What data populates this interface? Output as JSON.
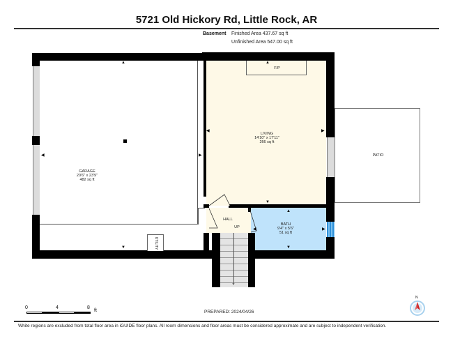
{
  "header": {
    "title": "5721 Old Hickory Rd, Little Rock, AR"
  },
  "level": {
    "name": "Basement",
    "finished_area": "Finished Area 437.67 sq ft",
    "unfinished_area": "Unfinished Area 547.00 sq ft"
  },
  "rooms": {
    "garage": {
      "name": "GARAGE",
      "dims": "20'6\" x 23'9\"",
      "area": "482 sq ft",
      "fill": "#ffffff"
    },
    "living": {
      "name": "LIVING",
      "dims": "14'10\" x 17'11\"",
      "area": "266 sq ft",
      "fill": "#fef9e7"
    },
    "bath": {
      "name": "BATH",
      "dims": "9'4\" x 5'6\"",
      "area": "51 sq ft",
      "fill": "#bfe3fb"
    },
    "hall": {
      "name": "HALL",
      "stair_label": "UP",
      "fill": "#fef9e7"
    },
    "patio": {
      "name": "PATIO"
    },
    "fireplace": {
      "name": "F/P"
    },
    "utility": {
      "name": "UTILITY"
    }
  },
  "scale_bar": {
    "ticks": [
      "0",
      "4",
      "8"
    ],
    "unit": "ft"
  },
  "compass": {
    "label": "N",
    "needle_color": "#cc1f1f",
    "ring_color": "#a9d2ee"
  },
  "prepared": "PREPARED: 2024/04/26",
  "footer": {
    "disclaimer": "White regions are excluded from total floor area in iGUIDE floor plans. All room dimensions and floor areas must be considered approximate and are subject to independent verification."
  }
}
